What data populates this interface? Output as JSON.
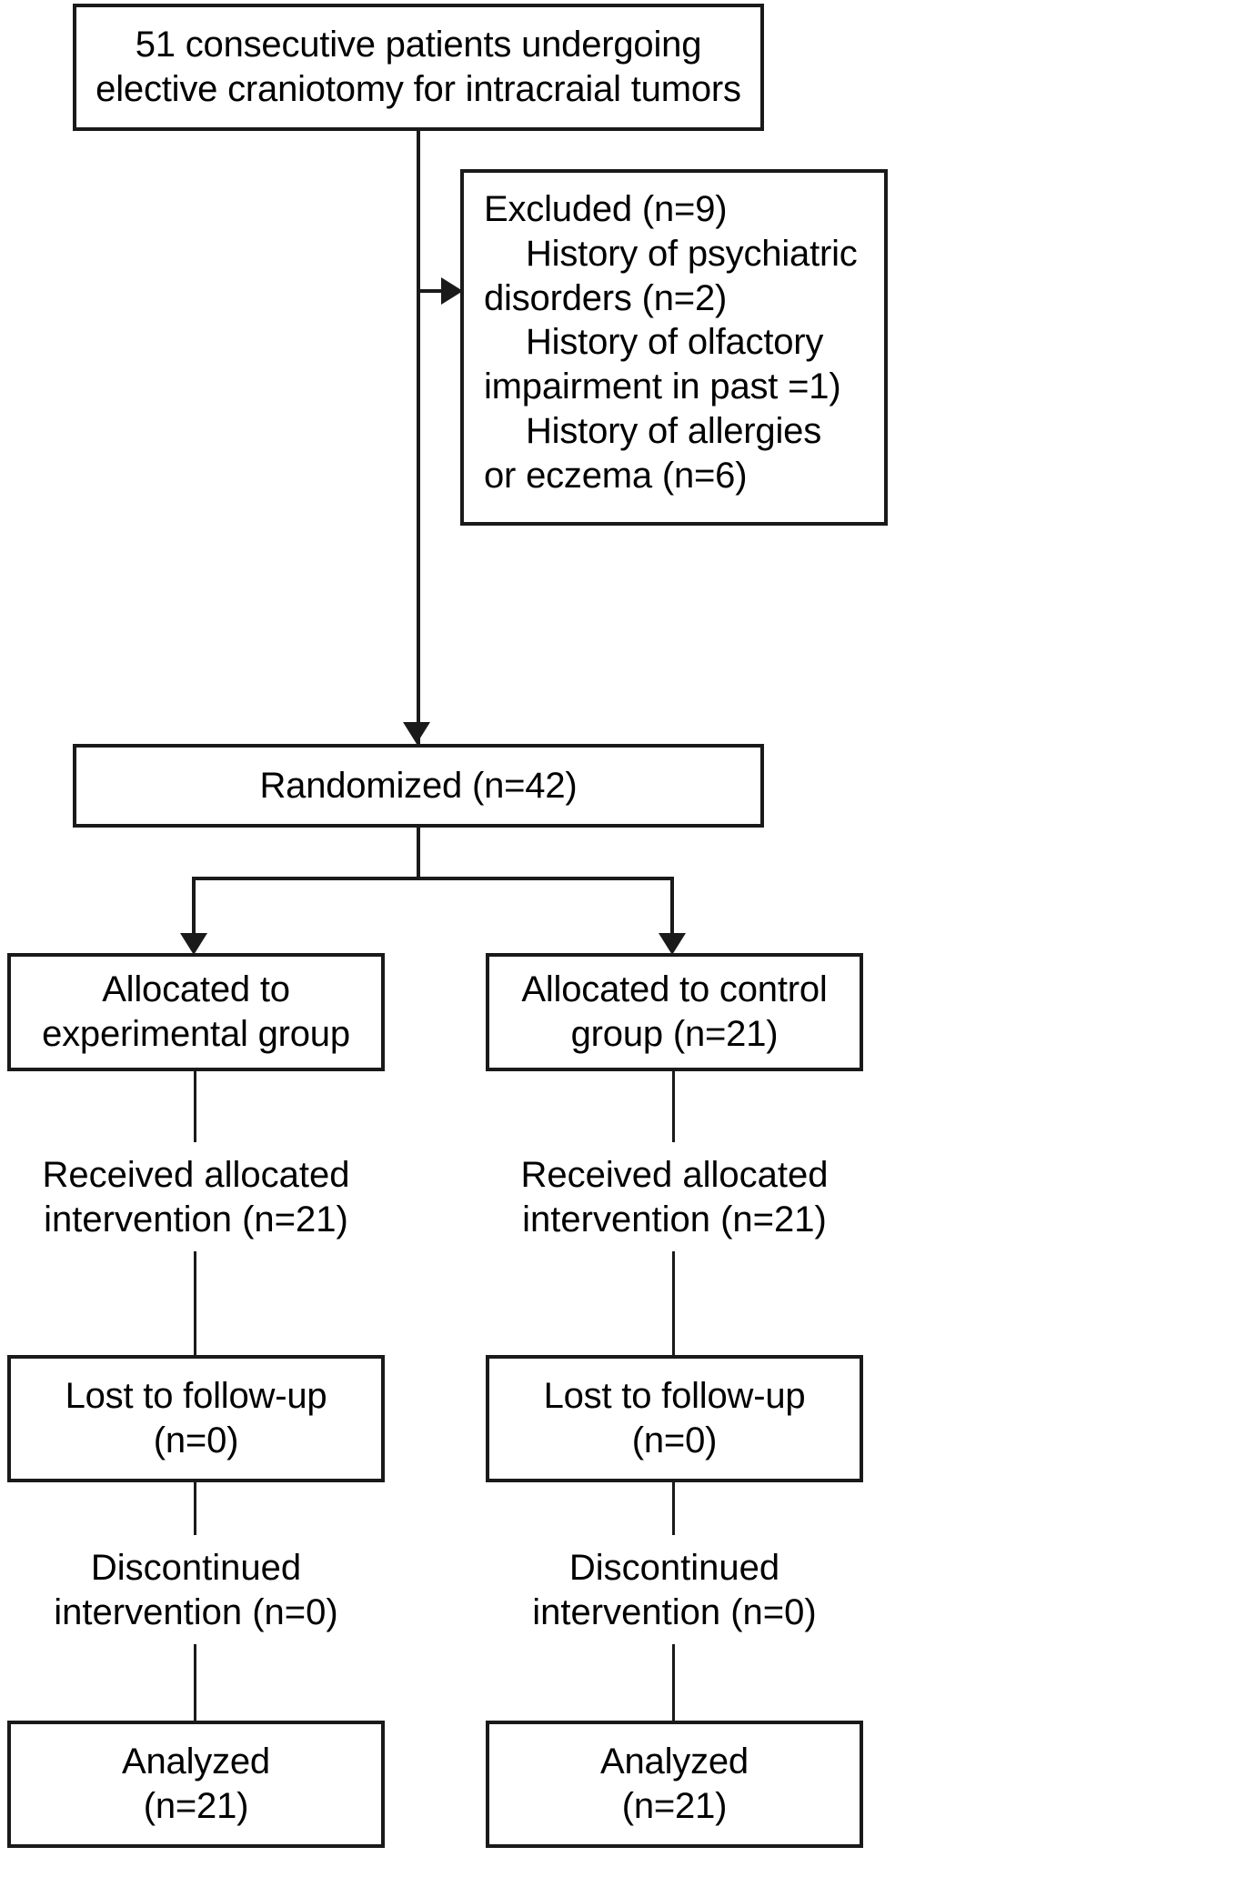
{
  "diagram": {
    "type": "consort-flow-diagram",
    "enrollment": {
      "lines": [
        "51 consecutive patients undergoing",
        "elective craniotomy for intracraial tumors"
      ]
    },
    "excluded": {
      "heading": "Excluded (n=9)",
      "reasons": [
        [
          "History of psychiatric",
          "disorders (n=2)"
        ],
        [
          "History of olfactory",
          "impairment in past =1)"
        ],
        [
          "History of allergies",
          "or eczema (n=6)"
        ]
      ]
    },
    "randomized": {
      "label": "Randomized (n=42)"
    },
    "arms": {
      "experimental": {
        "allocation": [
          "Allocated to",
          "experimental group"
        ],
        "received": [
          "Received allocated",
          "intervention (n=21)"
        ],
        "lost": [
          "Lost to follow-up",
          "(n=0)"
        ],
        "discontinued": [
          "Discontinued",
          "intervention (n=0)"
        ],
        "analyzed": [
          "Analyzed",
          "(n=21)"
        ]
      },
      "control": {
        "allocation": [
          "Allocated to control",
          "group (n=21)"
        ],
        "received": [
          "Received allocated",
          "intervention (n=21)"
        ],
        "lost": [
          "Lost to follow-up",
          "(n=0)"
        ],
        "discontinued": [
          "Discontinued",
          "intervention (n=0)"
        ],
        "analyzed": [
          "Analyzed",
          "(n=21)"
        ]
      }
    },
    "colors": {
      "stroke": "#1a1a1a",
      "background": "#ffffff",
      "text": "#000000"
    }
  }
}
